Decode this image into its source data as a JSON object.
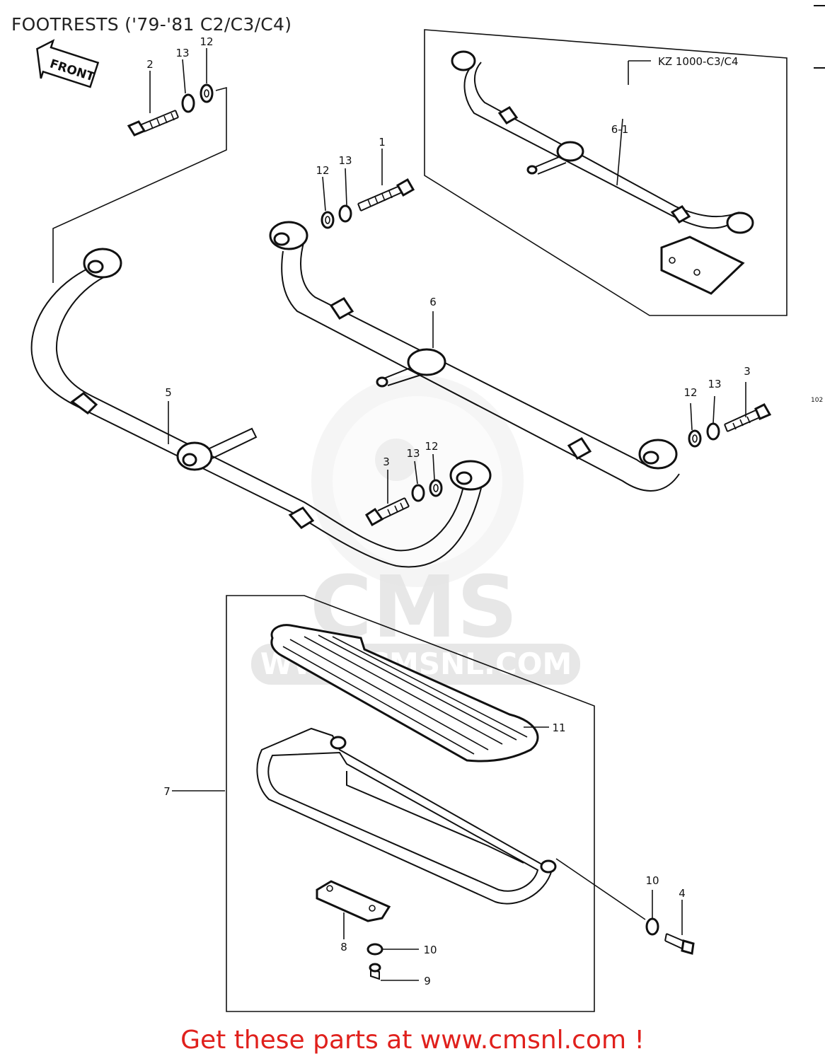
{
  "title": "FOOTRESTS ('79-'81 C2/C3/C4)",
  "front_label": "FRONT",
  "variant_label": "KZ 1000-C3/C4",
  "page_code": "102",
  "watermark": {
    "brand": "CMS",
    "url": "WWW.CMSNL.COM"
  },
  "callouts": {
    "c1": "1",
    "c2": "2",
    "c3a": "3",
    "c3b": "3",
    "c4": "4",
    "c5": "5",
    "c6": "6",
    "c6_1": "6-1",
    "c7": "7",
    "c8": "8",
    "c9": "9",
    "c10a": "10",
    "c10b": "10",
    "c11": "11",
    "c12a": "12",
    "c12b": "12",
    "c12c": "12",
    "c12d": "12",
    "c13a": "13",
    "c13b": "13",
    "c13c": "13",
    "c13d": "13"
  },
  "footer": "Get these parts at www.cmsnl.com !",
  "colors": {
    "footer": "#e0201c",
    "line": "#111111",
    "watermark": "#d8d8d8"
  }
}
